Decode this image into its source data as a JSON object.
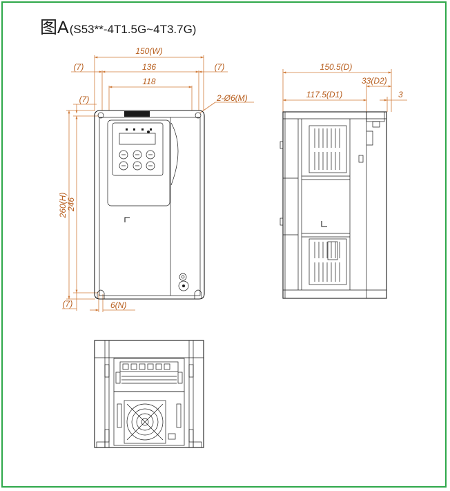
{
  "title": {
    "prefix": "图A",
    "model_range": "(S53**-4T1.5G~4T3.7G)"
  },
  "dimensions": {
    "overall_width": "150(W)",
    "mount_width": "136",
    "inner_width": "118",
    "side_margin_left": "(7)",
    "side_margin_right": "(7)",
    "top_margin": "(7)",
    "holes": "2-Ø6(M)",
    "overall_height": "260(H)",
    "mount_height": "246",
    "bottom_margin": "(7)",
    "slot_width": "6(N)",
    "depth": "150.5(D)",
    "depth_d2": "33(D2)",
    "depth_d1": "117.5(D1)",
    "offset": "3"
  },
  "colors": {
    "frame": "#2ea84a",
    "dimension": "#b75d1c",
    "outline": "#1a1a1a"
  }
}
